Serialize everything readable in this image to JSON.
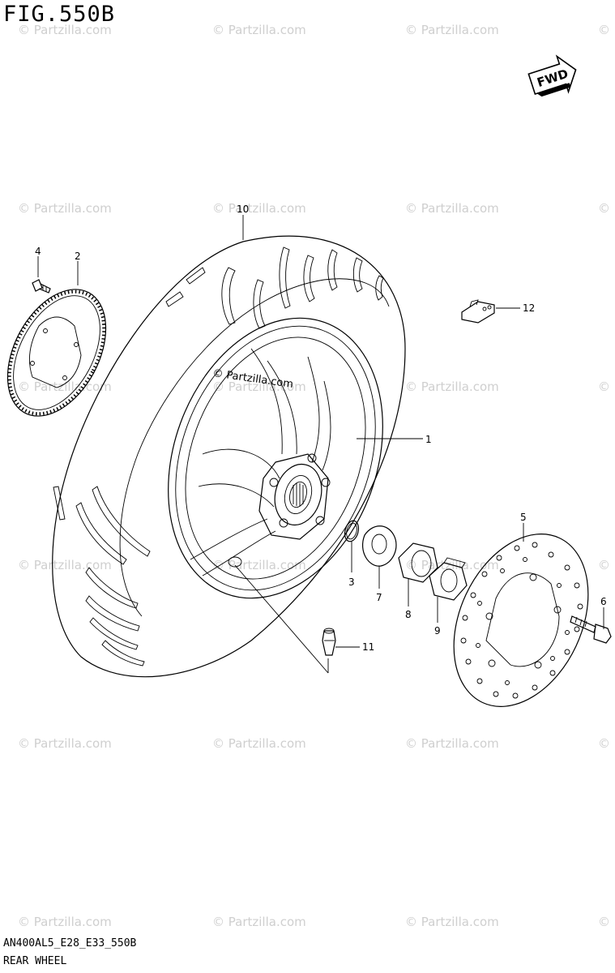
{
  "figure": {
    "title": "FIG.550B",
    "model_code": "AN400AL5_E28_E33_550B",
    "section_name": "REAR WHEEL",
    "direction_label": "FWD"
  },
  "watermark": {
    "text": "© Partzilla.com",
    "color": "#cfcfcf"
  },
  "callouts": [
    {
      "id": "1",
      "label": "1"
    },
    {
      "id": "2",
      "label": "2"
    },
    {
      "id": "3",
      "label": "3"
    },
    {
      "id": "4",
      "label": "4"
    },
    {
      "id": "5",
      "label": "5"
    },
    {
      "id": "6",
      "label": "6"
    },
    {
      "id": "7",
      "label": "7"
    },
    {
      "id": "8",
      "label": "8"
    },
    {
      "id": "9",
      "label": "9"
    },
    {
      "id": "10",
      "label": "10"
    },
    {
      "id": "11",
      "label": "11"
    },
    {
      "id": "12",
      "label": "12"
    }
  ]
}
